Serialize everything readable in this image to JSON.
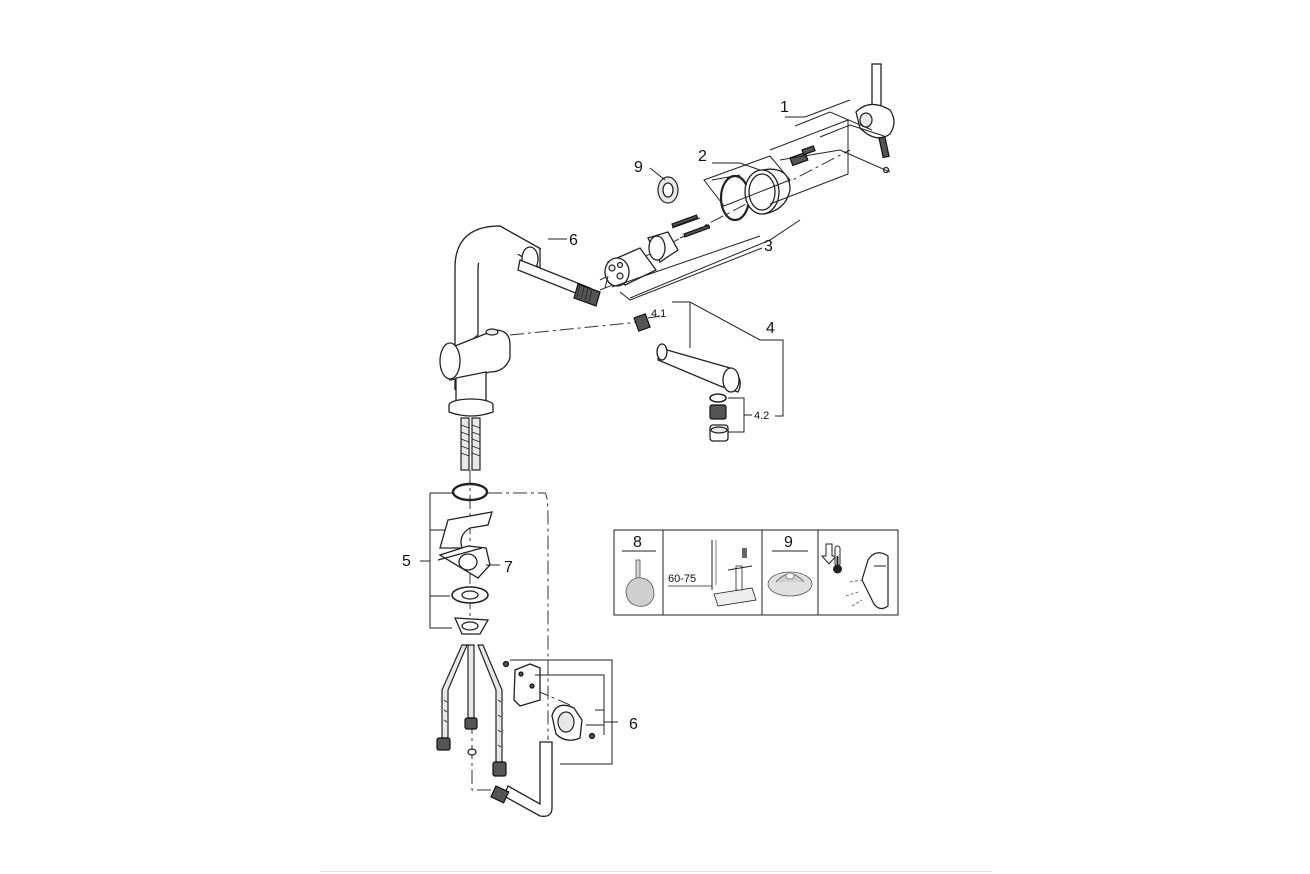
{
  "callouts": {
    "c1": "1",
    "c2": "2",
    "c3": "3",
    "c4": "4",
    "c4_1": "4.1",
    "c4_2": "4.2",
    "c5": "5",
    "c6_top": "6",
    "c6_bottom": "6",
    "c7": "7",
    "c9": "9"
  },
  "inset": {
    "cell_8_label": "8",
    "cell_dim_label": "60-75",
    "cell_9_label": "9"
  }
}
